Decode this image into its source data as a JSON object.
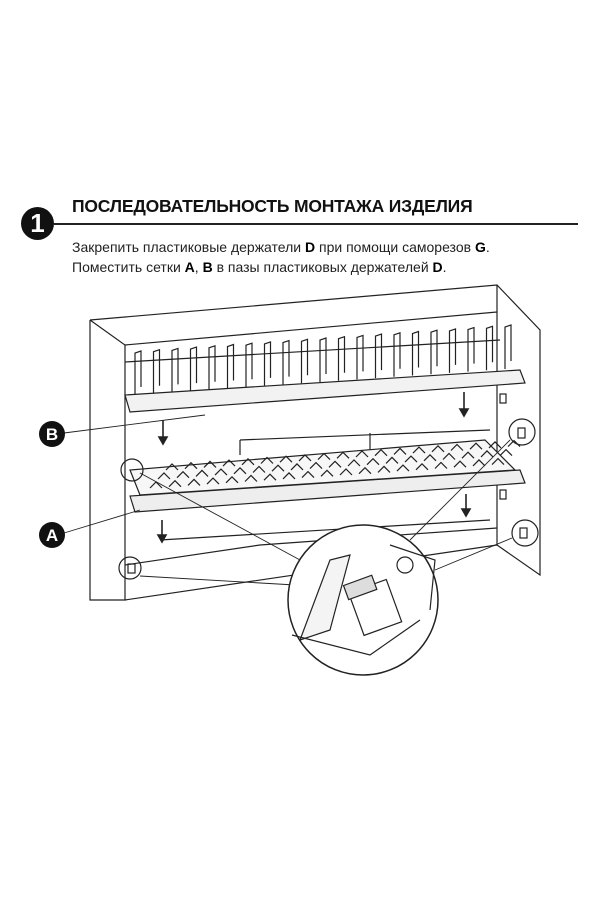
{
  "step": {
    "number": "1",
    "title": "ПОСЛЕДОВАТЕЛЬНОСТЬ МОНТАЖА ИЗДЕЛИЯ"
  },
  "instructions": {
    "line1": {
      "t1": "Закрепить пластиковые держатели ",
      "b1": "D",
      "t2": " при помощи саморезов ",
      "b2": "G",
      "t3": "."
    },
    "line2": {
      "t1": "Поместить сетки ",
      "b1": "A",
      "t2": ", ",
      "b2": "B",
      "t3": " в пазы пластиковых держателей ",
      "b3": "D",
      "t4": "."
    }
  },
  "callouts": {
    "b": "B",
    "a": "A"
  }
}
